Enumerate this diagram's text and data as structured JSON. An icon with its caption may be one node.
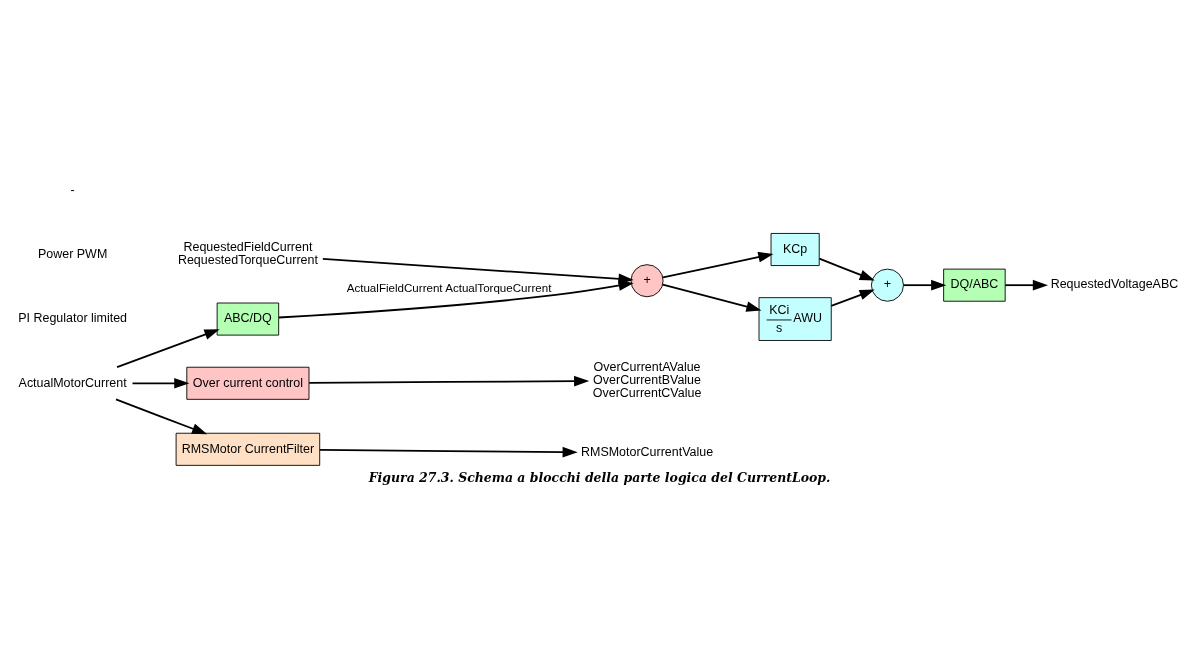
{
  "diagram": {
    "caption": "Figura 27.3. Schema a blocchi della parte logica del CurrentLoop.",
    "nodes": [
      {
        "text": [
          "RequestedFieldCurrent",
          "RequestedTorqueCurrent"
        ]
      },
      {
        "text": [
          "+"
        ]
      },
      {
        "text": [
          "KCp"
        ]
      },
      {
        "text": [
          "KCi",
          "s",
          "AWU"
        ]
      },
      {
        "text": [
          "+"
        ]
      },
      {
        "text": [
          "DQ/ABC"
        ]
      },
      {
        "text": [
          "RequestedVoltageABC"
        ]
      },
      {
        "text": [
          "ABC/DQ"
        ]
      },
      {
        "text": [
          "Over current control"
        ]
      },
      {
        "text": [
          "RMSMotor CurrentFilter"
        ]
      },
      {
        "text": [
          "ActualMotorCurrent"
        ]
      },
      {
        "text": [
          "OverCurrentAValue",
          "OverCurrentBValue",
          "OverCurrentCValue"
        ]
      },
      {
        "text": [
          "RMSMotorCurrentValue"
        ]
      }
    ],
    "edges": [
      {
        "from": 0,
        "to": 1,
        "arrow": "to"
      },
      {
        "from": 1,
        "to": 2,
        "arrow": "to"
      },
      {
        "from": 1,
        "to": 3,
        "arrow": "to"
      },
      {
        "from": 2,
        "to": 4,
        "arrow": "to"
      },
      {
        "from": 3,
        "to": 4,
        "arrow": "to"
      },
      {
        "from": 4,
        "to": 5,
        "arrow": "to"
      },
      {
        "from": 5,
        "to": 6,
        "arrow": "to"
      },
      {
        "from": 7,
        "to": 1,
        "arrow": "to",
        "label": "ActualFieldCurrent ActualTorqueCurrent"
      },
      {
        "from": 10,
        "to": 7,
        "arrow": "to"
      },
      {
        "from": 10,
        "to": 8,
        "arrow": "to"
      },
      {
        "from": 10,
        "to": 9,
        "arrow": "to"
      },
      {
        "from": 8,
        "to": 11,
        "arrow": "to"
      },
      {
        "from": 9,
        "to": 12,
        "arrow": "to"
      }
    ],
    "labels": [
      "PI Regulator limited",
      "Power PWM",
      "-"
    ]
  }
}
